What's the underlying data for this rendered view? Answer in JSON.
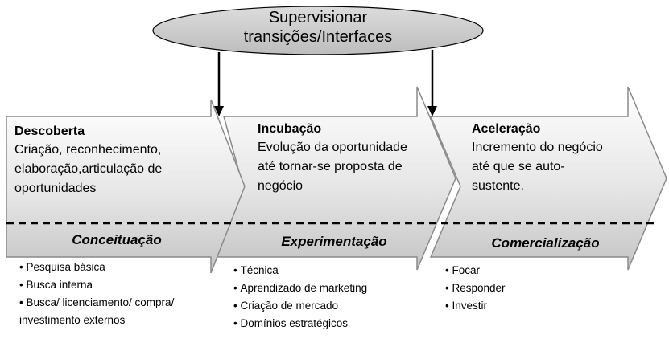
{
  "supervisor": {
    "lines": [
      "Supervisionar",
      "transições/Interfaces"
    ]
  },
  "stages": [
    {
      "title": "Descoberta",
      "description": "Criação, reconhecimento, elaboração,articulação de oportunidades",
      "phase": "Conceituação",
      "activities": [
        "Pesquisa básica",
        "Busca interna",
        "Busca/ licenciamento/ compra/ investimento externos"
      ]
    },
    {
      "title": "Incubação",
      "description": "Evolução da oportunidade até tornar-se proposta de negócio",
      "phase": "Experimentação",
      "activities": [
        "Técnica",
        "Aprendizado de marketing",
        "Criação de mercado",
        "Domínios estratégicos"
      ]
    },
    {
      "title": "Aceleração",
      "description": "Incremento do negócio até que se auto-sustente.",
      "phase": "Comercialização",
      "activities": [
        "Focar",
        "Responder",
        "Investir"
      ]
    }
  ],
  "colors": {
    "arrow_top": "#ffffff",
    "arrow_bottom": "#c8c8c8",
    "arrow_stroke": "#808080",
    "ellipse_fill": "#d0d0d0",
    "connector": "#000000",
    "divider": "#000000"
  }
}
